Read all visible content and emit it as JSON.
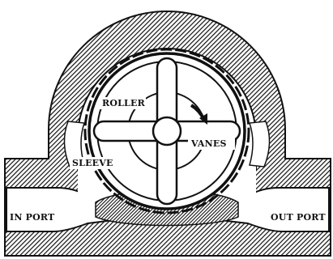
{
  "labels": {
    "roller": "ROLLER",
    "vanes": "VANES",
    "sleeve": "SLEEVE",
    "in_port": "IN PORT",
    "out_port": "OUT PORT"
  },
  "colors": {
    "ink": "#111111",
    "paper": "#ffffff"
  },
  "icons": {
    "rotation": "curved-arrow-clockwise-icon"
  }
}
